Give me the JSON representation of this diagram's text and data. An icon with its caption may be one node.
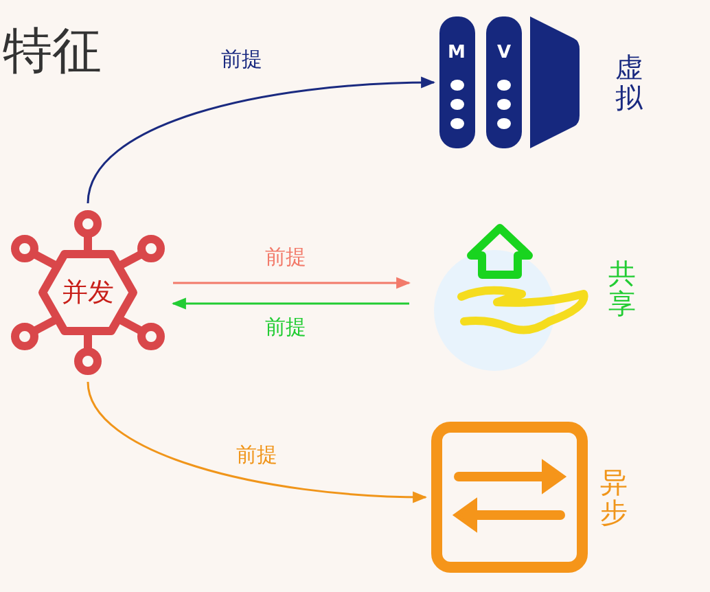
{
  "diagram": {
    "title": "特征",
    "nodes": [
      {
        "text": [
          "并发"
        ]
      },
      {
        "text": [],
        "shape": "picture",
        "beside": [
          "虚拟"
        ]
      },
      {
        "text": [],
        "shape": "circle",
        "beside": [
          "共享"
        ]
      },
      {
        "text": [],
        "shape": "picture",
        "beside": [
          "异步"
        ]
      }
    ],
    "edges": [
      {
        "from": 0,
        "to": 1,
        "arrow": "to",
        "label": "前提",
        "color": "#1a2a80"
      },
      {
        "from": 0,
        "to": 2,
        "arrow": "to",
        "label": "前提",
        "color": "#f27a6a"
      },
      {
        "from": 2,
        "to": 0,
        "arrow": "to",
        "label": "前提",
        "color": "#22cc33"
      },
      {
        "from": 0,
        "to": 3,
        "arrow": "to",
        "label": "前提",
        "color": "#f0951a"
      }
    ],
    "labels": [
      "M",
      "V"
    ]
  }
}
